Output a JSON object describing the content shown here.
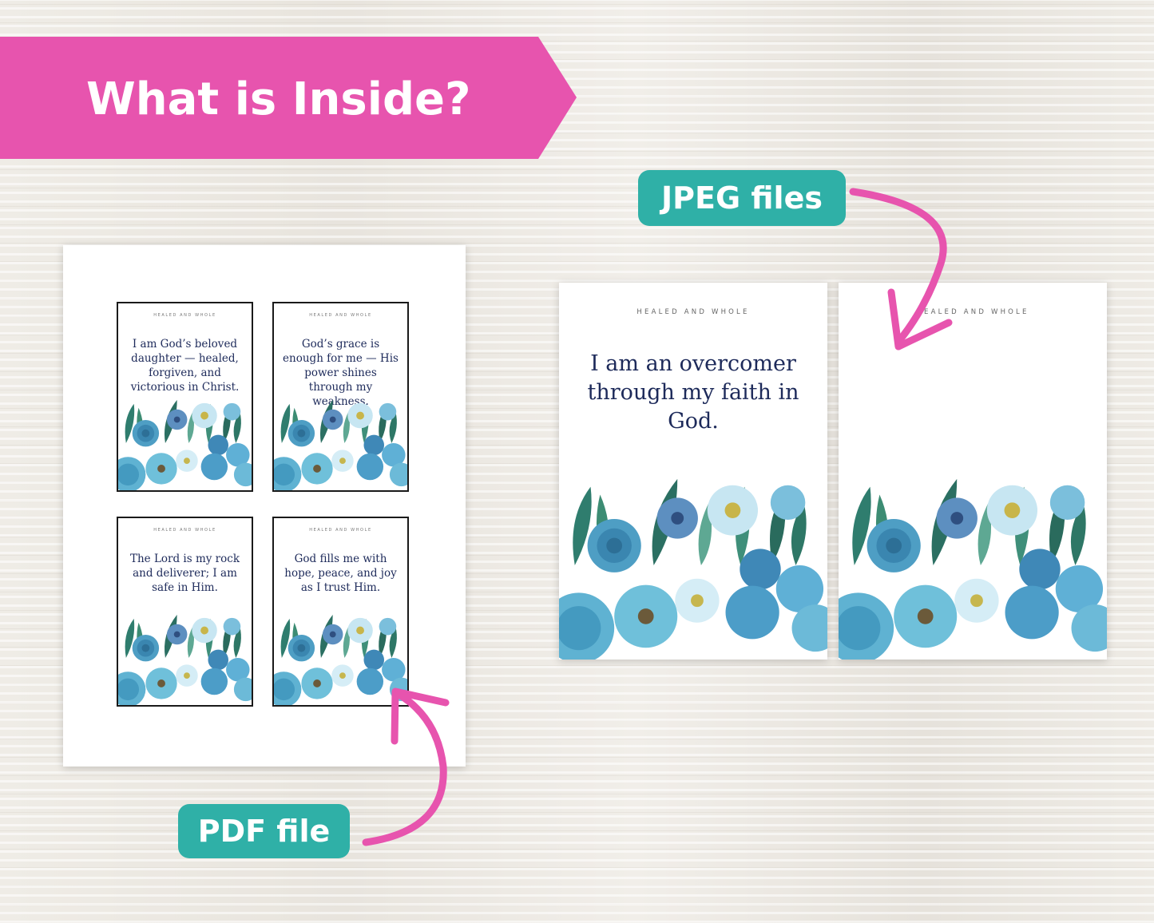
{
  "banner": {
    "title": "What is Inside?"
  },
  "labels": {
    "jpeg": "JPEG files",
    "pdf": "PDF file"
  },
  "colors": {
    "banner": "#e754ae",
    "pill": "#2fb0a7",
    "arrow": "#e754ae",
    "card_text": "#1d2a5a"
  },
  "pdf_sheet": {
    "cards": [
      {
        "brand": "HEALED AND WHOLE",
        "text": "I am God’s beloved daughter — healed, forgiven, and victorious in Christ."
      },
      {
        "brand": "HEALED AND WHOLE",
        "text": "God’s grace is enough for me — His power shines through my weakness."
      },
      {
        "brand": "HEALED AND WHOLE",
        "text": "The Lord is my rock and deliverer; I am safe in Him."
      },
      {
        "brand": "HEALED AND WHOLE",
        "text": "God fills me with hope, peace, and joy as I trust Him."
      }
    ]
  },
  "jpeg_cards": [
    {
      "brand": "HEALED AND WHOLE",
      "text": "I am an overcomer through my faith in God."
    },
    {
      "brand": "HEALED AND WHOLE",
      "text": ""
    }
  ],
  "icons": {
    "flower_art": "watercolor-blue-flowers-icon",
    "arrow": "curved-arrow-icon"
  }
}
